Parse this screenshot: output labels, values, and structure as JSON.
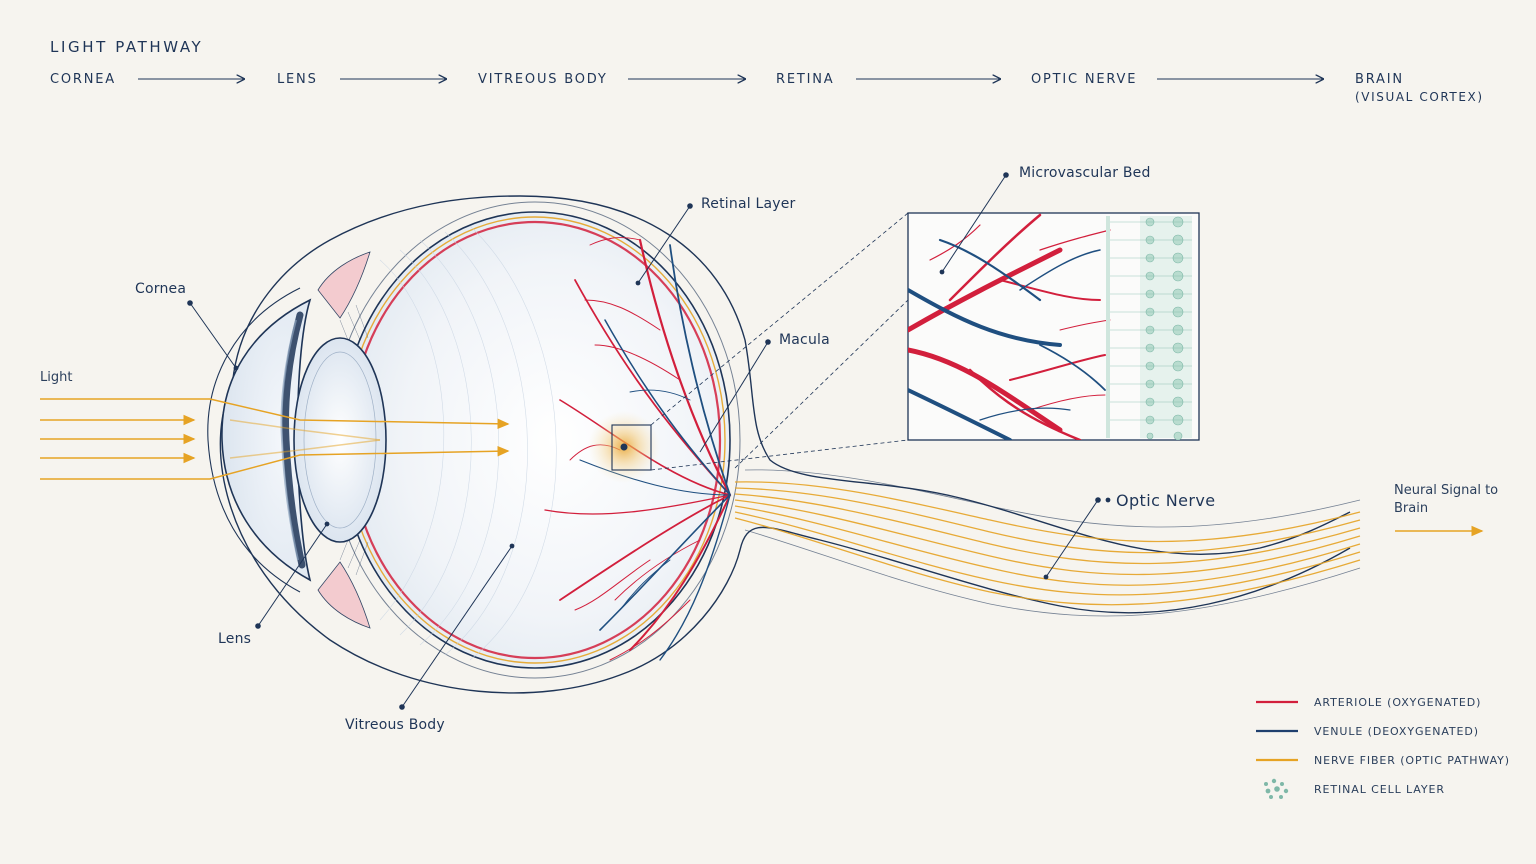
{
  "pathway": {
    "title": "LIGHT PATHWAY",
    "steps": [
      "CORNEA",
      "LENS",
      "VITREOUS BODY",
      "RETINA",
      "OPTIC NERVE",
      "BRAIN"
    ],
    "brain_sub": "(VISUAL CORTEX)"
  },
  "labels": {
    "light": "Light",
    "cornea": "Cornea",
    "lens": "Lens",
    "vitreous_body": "Vitreous Body",
    "retinal_layer": "Retinal Layer",
    "macula": "Macula",
    "microvascular_bed": "Microvascular Bed",
    "optic_nerve": "Optic Nerve",
    "neural_signal": "Neural Signal to Brain"
  },
  "legend": [
    {
      "label": "ARTERIOLE (OXYGENATED)",
      "color": "#d21f3c"
    },
    {
      "label": "VENULE (DEOXYGENATED)",
      "color": "#1f3f6e"
    },
    {
      "label": "NERVE FIBER (OPTIC PATHWAY)",
      "color": "#e6a324"
    },
    {
      "label": "RETINAL CELL LAYER",
      "color": "#7fb8a8"
    }
  ],
  "colors": {
    "outline": "#1f3557",
    "artery": "#d21f3c",
    "vein": "#1f4f80",
    "nerve": "#e6a324",
    "cell": "#7fb8a8",
    "background": "#f6f4ef"
  }
}
